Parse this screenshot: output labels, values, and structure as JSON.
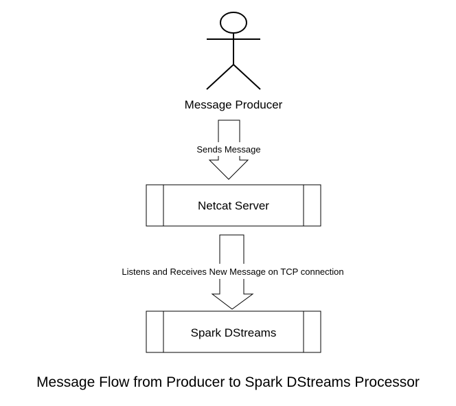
{
  "diagram": {
    "actor": {
      "icon": "stick-figure-icon",
      "label": "Message Producer"
    },
    "arrows": [
      {
        "label": "Sends Message"
      },
      {
        "label": "Listens and Receives New Message on TCP connection"
      }
    ],
    "boxes": [
      {
        "label": "Netcat Server"
      },
      {
        "label": "Spark DStreams"
      }
    ],
    "caption": "Message Flow from Producer to Spark DStreams Processor"
  }
}
